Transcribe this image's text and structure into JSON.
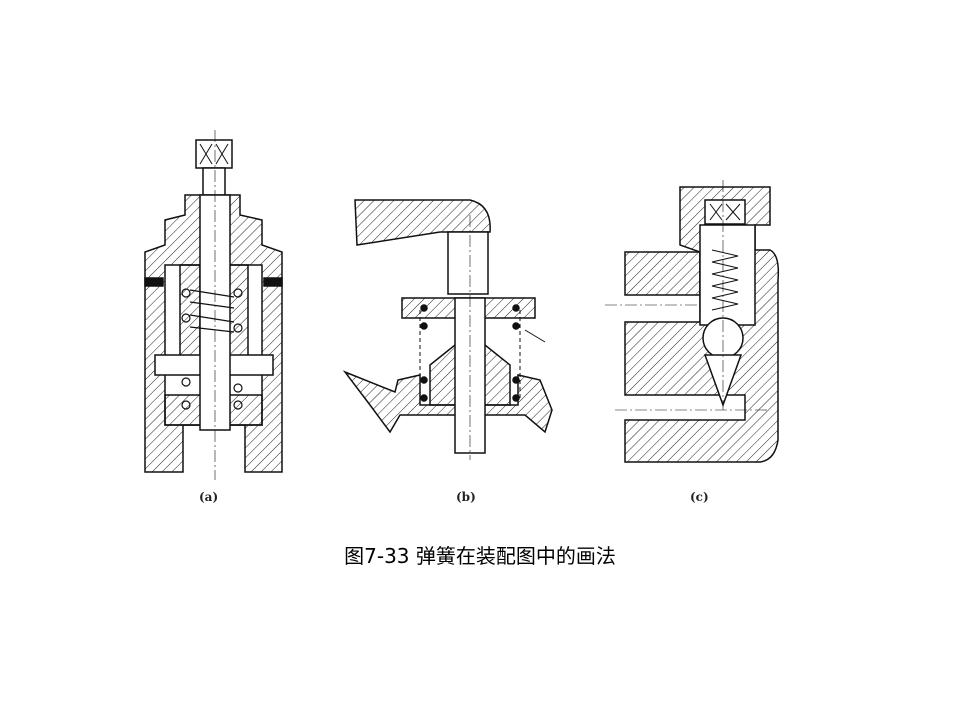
{
  "figure": {
    "subfigures": [
      {
        "label": "(a)"
      },
      {
        "label": "(b)"
      },
      {
        "label": "(c)"
      }
    ],
    "caption": "图7-33  弹簧在装配图中的画法"
  }
}
